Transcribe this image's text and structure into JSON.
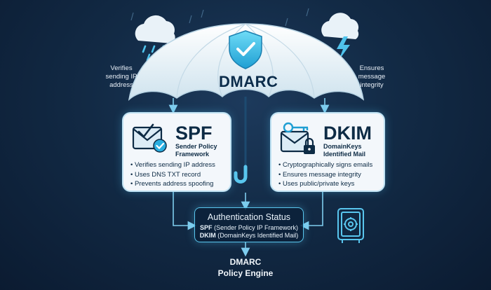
{
  "umbrella": {
    "title": "DMARC",
    "shield_icon": "shield-check-icon"
  },
  "left_note": {
    "lines": [
      "Verifies",
      "sending IP",
      "address"
    ]
  },
  "right_note": {
    "lines": [
      "Ensures",
      "message",
      "integrity"
    ]
  },
  "spf_card": {
    "title": "SPF",
    "subtitle_lines": [
      "Sender Policy",
      "Framework"
    ],
    "items": [
      "Verifies sending IP address",
      "Uses DNS TXT record",
      "Prevents address spoofing"
    ],
    "icon": "envelope-check-icon"
  },
  "dkim_card": {
    "title": "DKIM",
    "subtitle_lines": [
      "DomainKeys",
      "Identified Mail"
    ],
    "items": [
      "Cryptographically signs emails",
      "Ensures message integrity",
      "Uses public/private keys"
    ],
    "icon": "envelope-key-lock-icon"
  },
  "status_box": {
    "title": "Authentication Status",
    "spf_label": "SPF",
    "spf_text": "(Sender Policy IP Framework)",
    "dkim_label": "DKIM",
    "dkim_text": "(DomainKeys Identified Mail)"
  },
  "engine": {
    "lines": [
      "DMARC",
      "Policy Engine"
    ]
  },
  "icons": {
    "rain_cloud": "rain-cloud-icon",
    "storm_cloud": "lightning-cloud-icon",
    "safe": "vault-safe-icon"
  },
  "colors": {
    "accent": "#59c6ee",
    "navy": "#0d2b45",
    "background": "#122a45"
  }
}
